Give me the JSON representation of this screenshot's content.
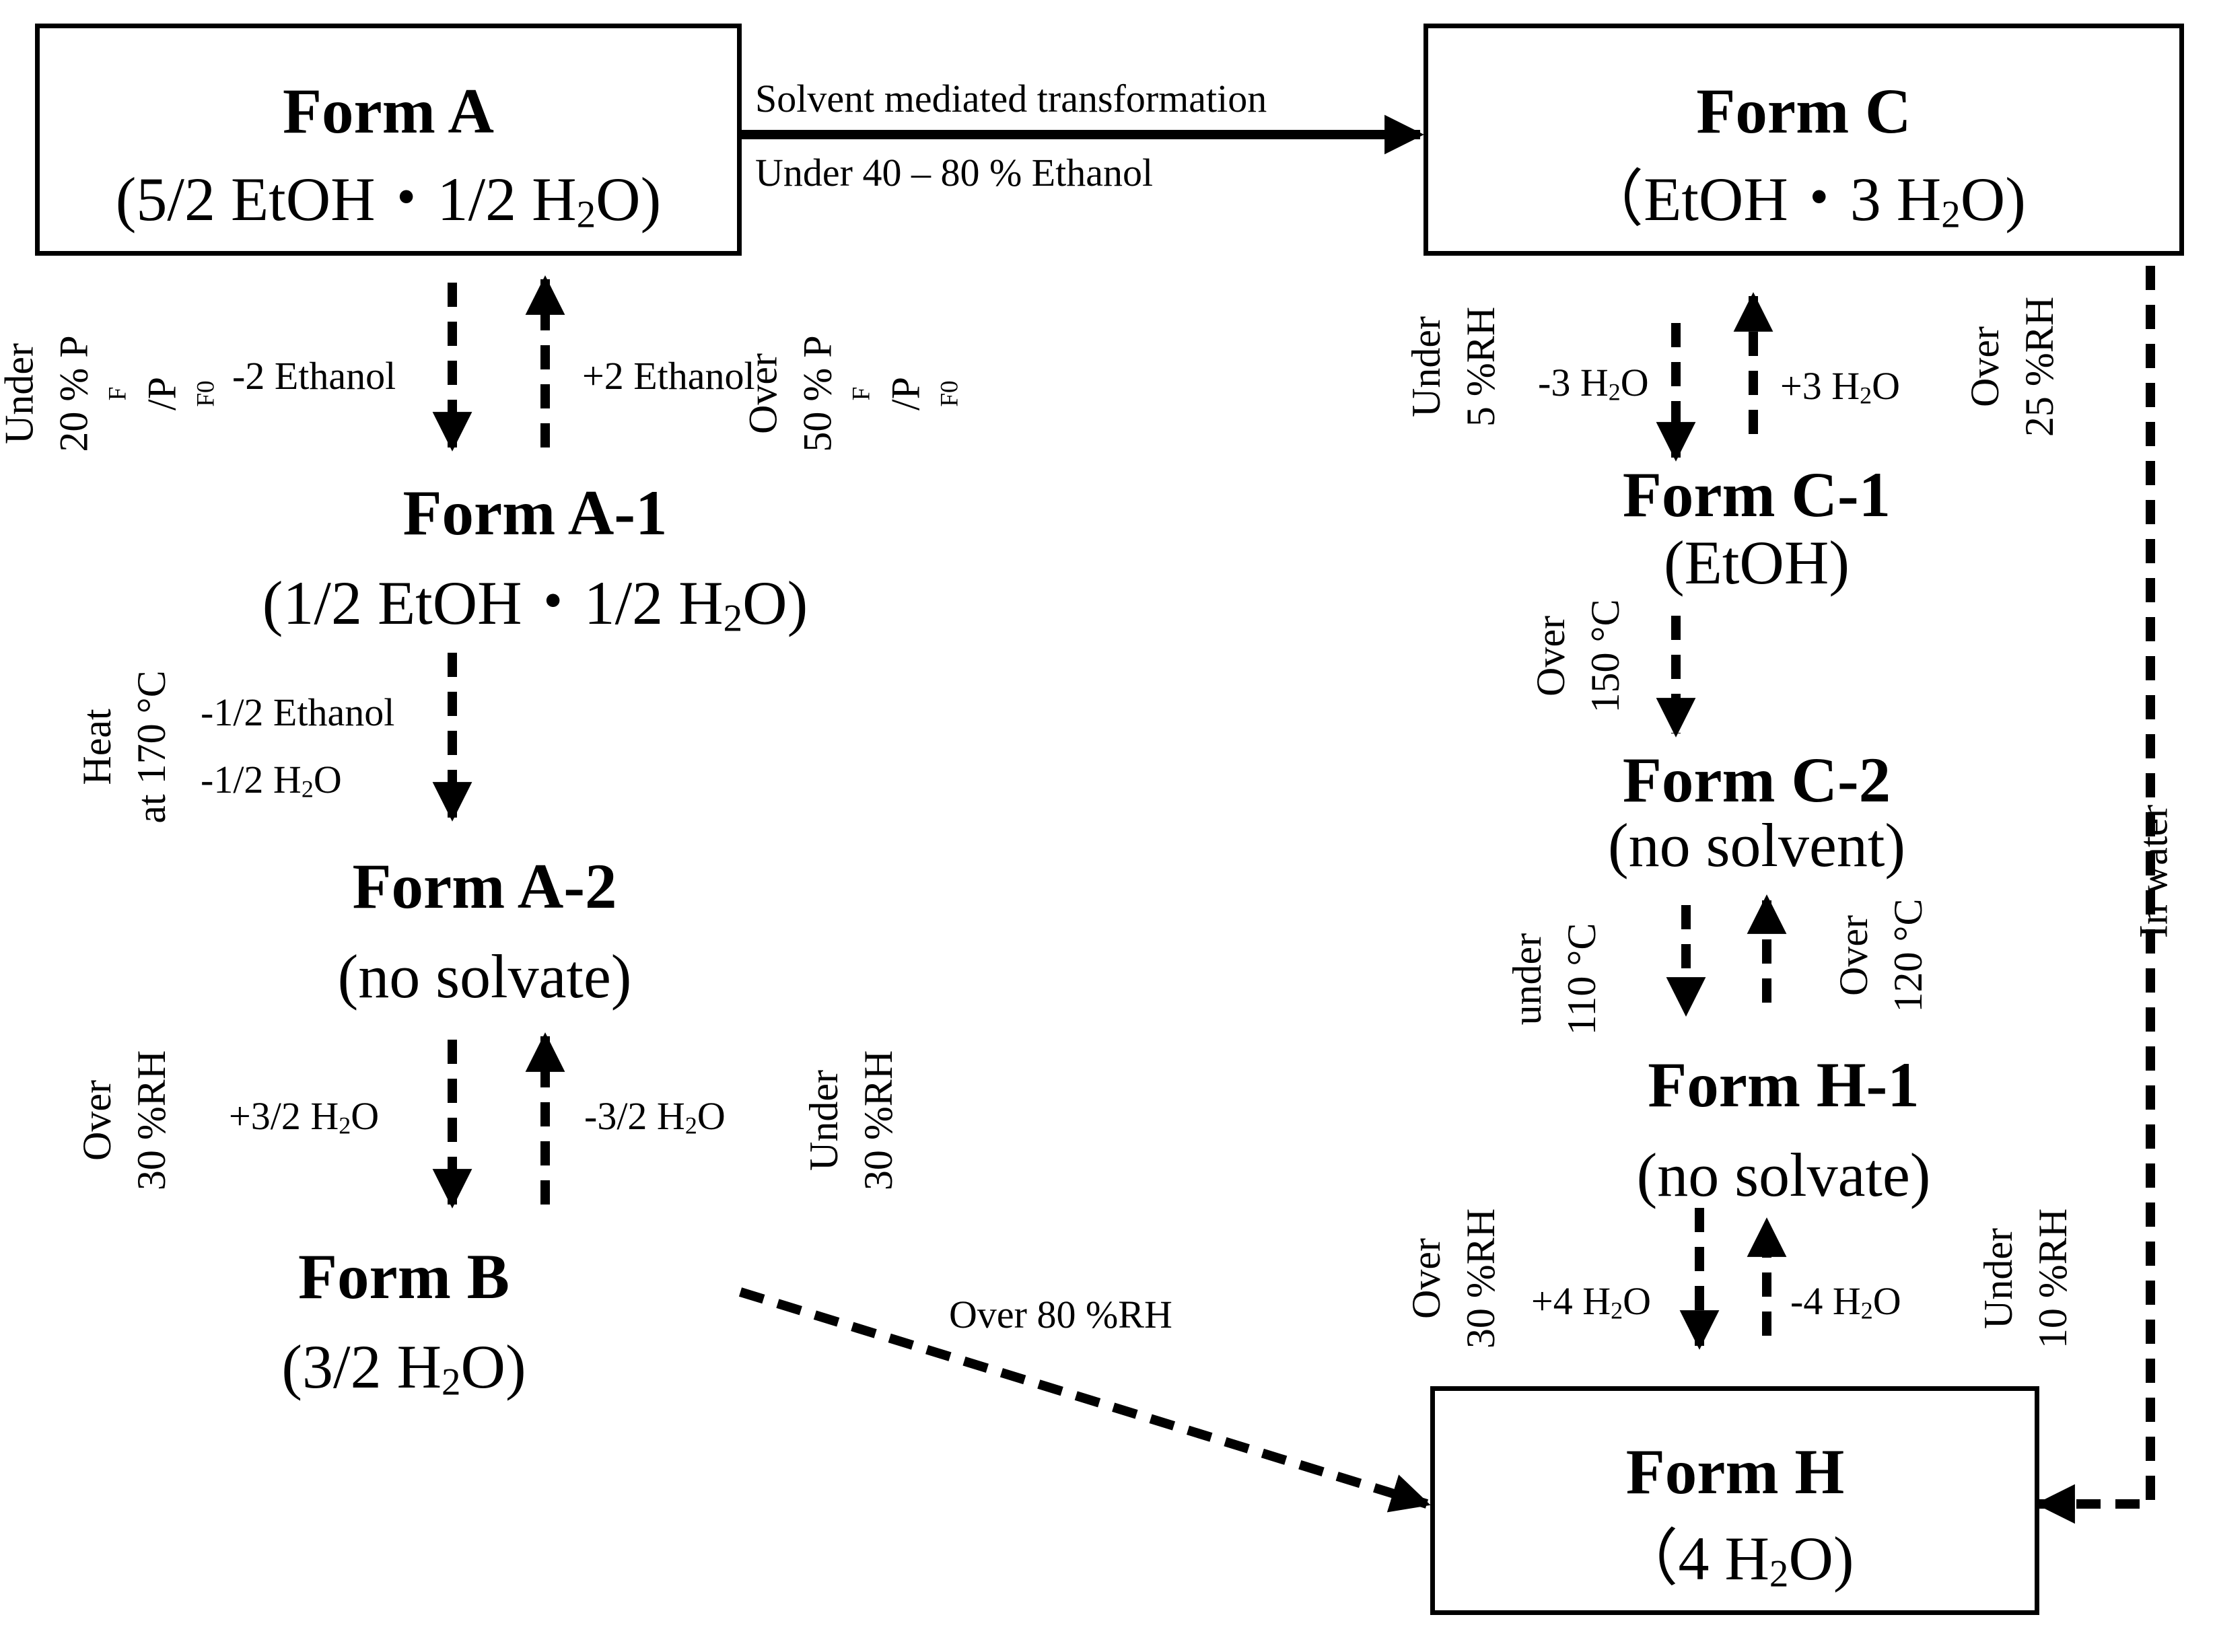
{
  "nodes": {
    "form_a": {
      "name": "Form A",
      "composition": "(5/2 EtOH・1/2 H₂O)"
    },
    "form_a1": {
      "name": "Form A-1",
      "composition": "(1/2 EtOH・1/2 H₂O)"
    },
    "form_a2": {
      "name": "Form A-2",
      "composition": "(no solvate)"
    },
    "form_b": {
      "name": "Form B",
      "composition": "(3/2 H₂O)"
    },
    "form_c": {
      "name": "Form C",
      "composition": "（EtOH・3 H₂O)"
    },
    "form_c1": {
      "name": "Form C-1",
      "composition": "(EtOH)"
    },
    "form_c2": {
      "name": "Form C-2",
      "composition": "(no solvent)"
    },
    "form_h1": {
      "name": "Form H-1",
      "composition": "(no solvate)"
    },
    "form_h": {
      "name": "Form H",
      "composition": "（4 H₂O)"
    }
  },
  "edges": {
    "a_to_c": {
      "label_top": "Solvent mediated transformation",
      "label_bottom": "Under 40 – 80 % Ethanol"
    },
    "a_to_a1": {
      "label": "-2 Ethanol",
      "condition": [
        "Under",
        "20 % P_F/P_F0"
      ]
    },
    "a1_to_a": {
      "label": "+2 Ethanol",
      "condition": [
        "Over",
        "50 % P_F/P_F0"
      ]
    },
    "a1_to_a2": {
      "label_1": "-1/2 Ethanol",
      "label_2": "-1/2  H₂O",
      "condition": [
        "Heat",
        "at 170 °C"
      ]
    },
    "a2_to_b": {
      "label": "+3/2 H₂O",
      "condition": [
        "Over",
        "30 %RH"
      ]
    },
    "b_to_a2": {
      "label": "-3/2 H₂O",
      "condition": [
        "Under",
        "30 %RH"
      ]
    },
    "b_to_h": {
      "label": "Over 80 %RH"
    },
    "c_to_c1": {
      "label": "-3 H₂O",
      "condition": [
        "Under",
        "5 %RH"
      ]
    },
    "c1_to_c": {
      "label": "+3 H₂O",
      "condition": [
        "Over",
        "25 %RH"
      ]
    },
    "c1_to_c2": {
      "condition": [
        "Over",
        "150 °C"
      ]
    },
    "c2_to_h1": {
      "condition": [
        "under",
        "110 °C"
      ]
    },
    "h1_to_c2": {
      "condition": [
        "Over",
        "120 °C"
      ]
    },
    "h1_to_h": {
      "label": "+4 H₂O",
      "condition": [
        "Over",
        "30 %RH"
      ]
    },
    "h_to_h1": {
      "label": "-4 H₂O",
      "condition": [
        "Under",
        "10 %RH"
      ]
    },
    "c_to_h": {
      "label": "In water"
    }
  }
}
